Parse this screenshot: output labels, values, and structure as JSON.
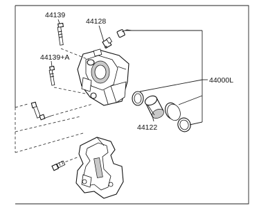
{
  "labels": {
    "bolt_upper": "44139",
    "bleeder_screw": "44128",
    "bolt_lower": "44139+A",
    "caliper_assembly": "44000L",
    "piston": "44122"
  },
  "icons": {
    "bolt_upper": "guide-pin-bolt-icon",
    "bleeder_screw": "bleeder-screw-icon",
    "bolt_lower": "guide-pin-bolt-icon",
    "piston_seal": "seal-ring-icon",
    "piston": "piston-icon",
    "boot": "dust-boot-icon",
    "caliper_body": "brake-caliper-body-icon",
    "torque_member": "caliper-bracket-icon",
    "sleeve_bolt": "sleeve-bolt-icon",
    "small_bolt": "guide-bolt-icon"
  }
}
